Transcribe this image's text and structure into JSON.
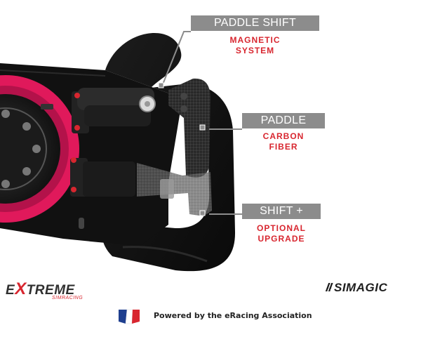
{
  "callouts": [
    {
      "label": "PADDLE SHIFT",
      "sub": "MAGNETIC\nSYSTEM"
    },
    {
      "label": "PADDLE",
      "sub": "CARBON\nFIBER"
    },
    {
      "label": "SHIFT +",
      "sub": "OPTIONAL\nUPGRADE"
    }
  ],
  "brands": {
    "left_main_prefix": "E",
    "left_main_x": "X",
    "left_main_rest": "TREME",
    "left_sub": "SIMRACING",
    "right": "SIMAGIC"
  },
  "footer": {
    "text": "Powered by the eRacing Association"
  },
  "colors": {
    "accent_red": "#d8262f",
    "tag_gray": "#8c8c8c",
    "rim_pink": "#e0195b"
  }
}
